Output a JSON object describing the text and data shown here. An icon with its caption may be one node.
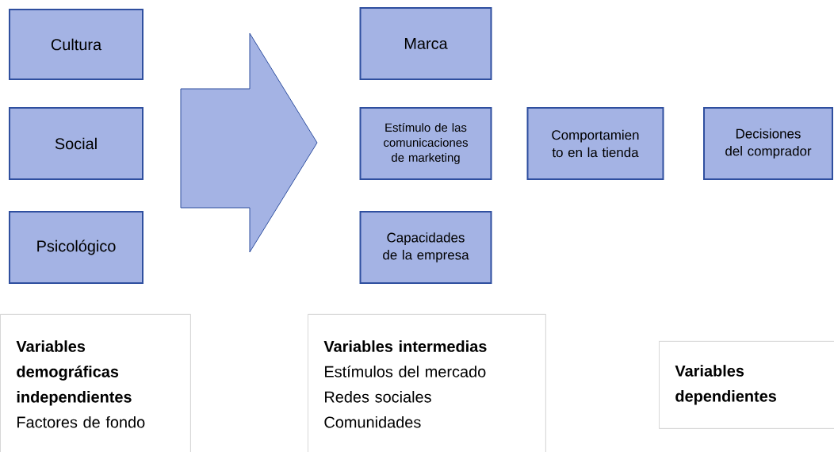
{
  "diagram": {
    "nodes": [
      {
        "text": [
          "Cultura"
        ]
      },
      {
        "text": [
          "Social"
        ]
      },
      {
        "text": [
          "Psicológico"
        ]
      },
      {
        "text": [],
        "shape": "arrow"
      },
      {
        "text": [
          "Marca"
        ]
      },
      {
        "text": [
          "Estímulo de las comunicaciones de marketing"
        ]
      },
      {
        "text": [
          "Capacidades de la empresa"
        ]
      },
      {
        "text": [
          "Comportamien to en la tienda"
        ]
      },
      {
        "text": [
          "Decisiones del comprador"
        ]
      },
      {
        "text": [
          "Variables demográficas independientes",
          "Factores de fondo"
        ]
      },
      {
        "text": [
          "Variables intermedias",
          "Estímulos del mercado",
          "Redes sociales",
          "Comunidades"
        ]
      },
      {
        "text": [
          "Variables dependientes"
        ]
      }
    ]
  }
}
